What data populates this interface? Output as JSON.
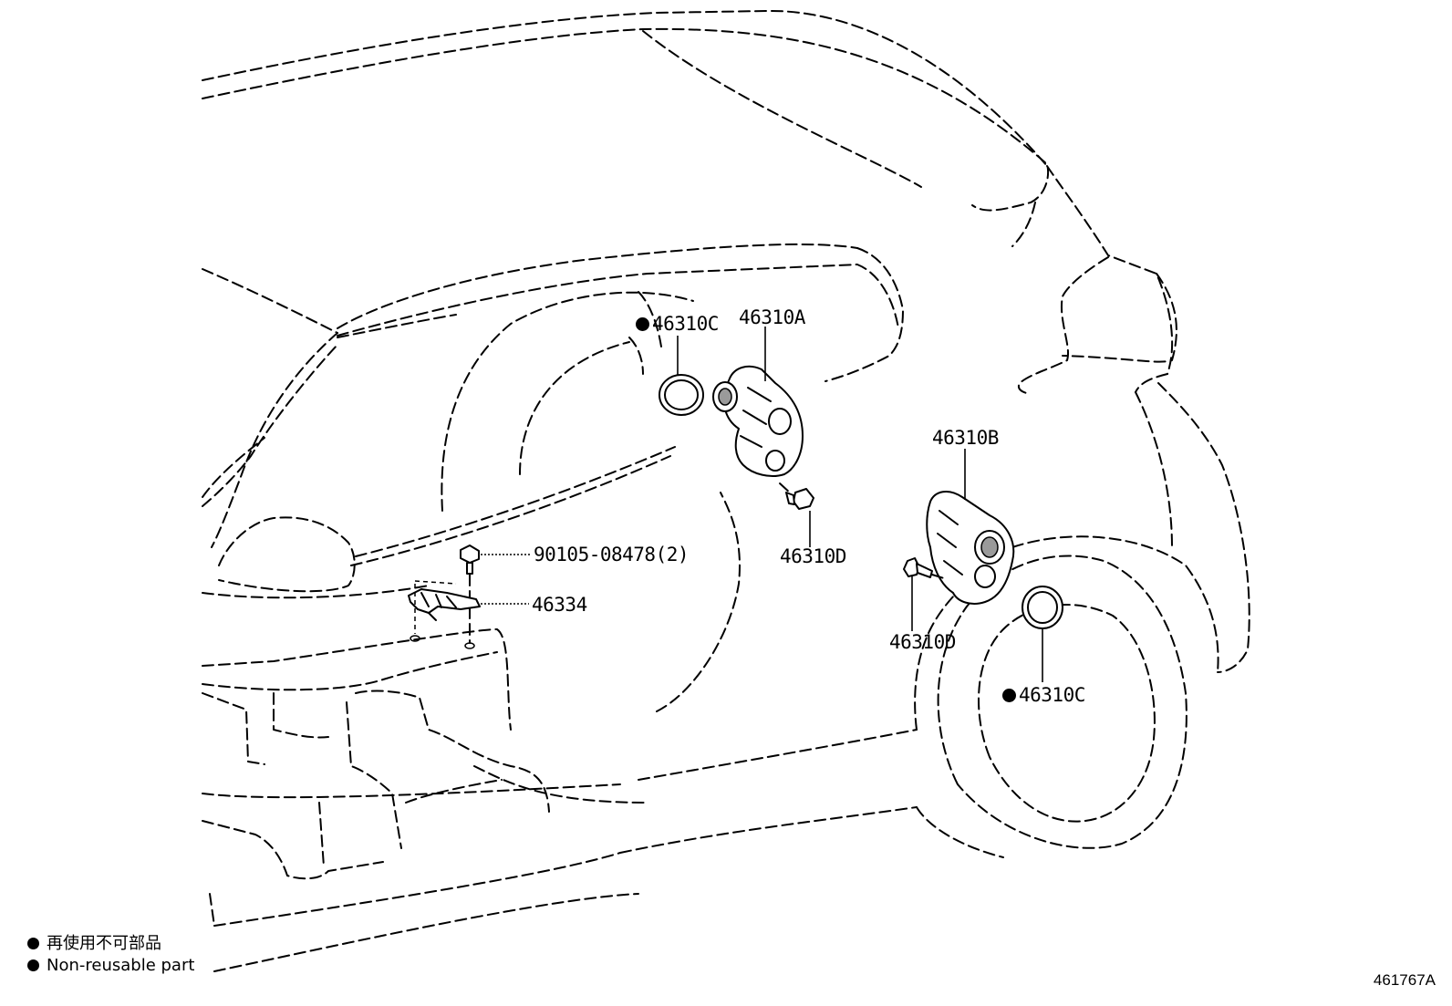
{
  "labels": {
    "c_upper": "46310C",
    "a": "46310A",
    "b": "46310B",
    "d_upper": "46310D",
    "d_lower": "46310D",
    "c_lower": "46310C",
    "bolt": "90105-08478(2)",
    "bracket": "46334"
  },
  "legend": {
    "jp": "再使用不可部品",
    "en": "Non-reusable part"
  },
  "figure_id": "461767A"
}
